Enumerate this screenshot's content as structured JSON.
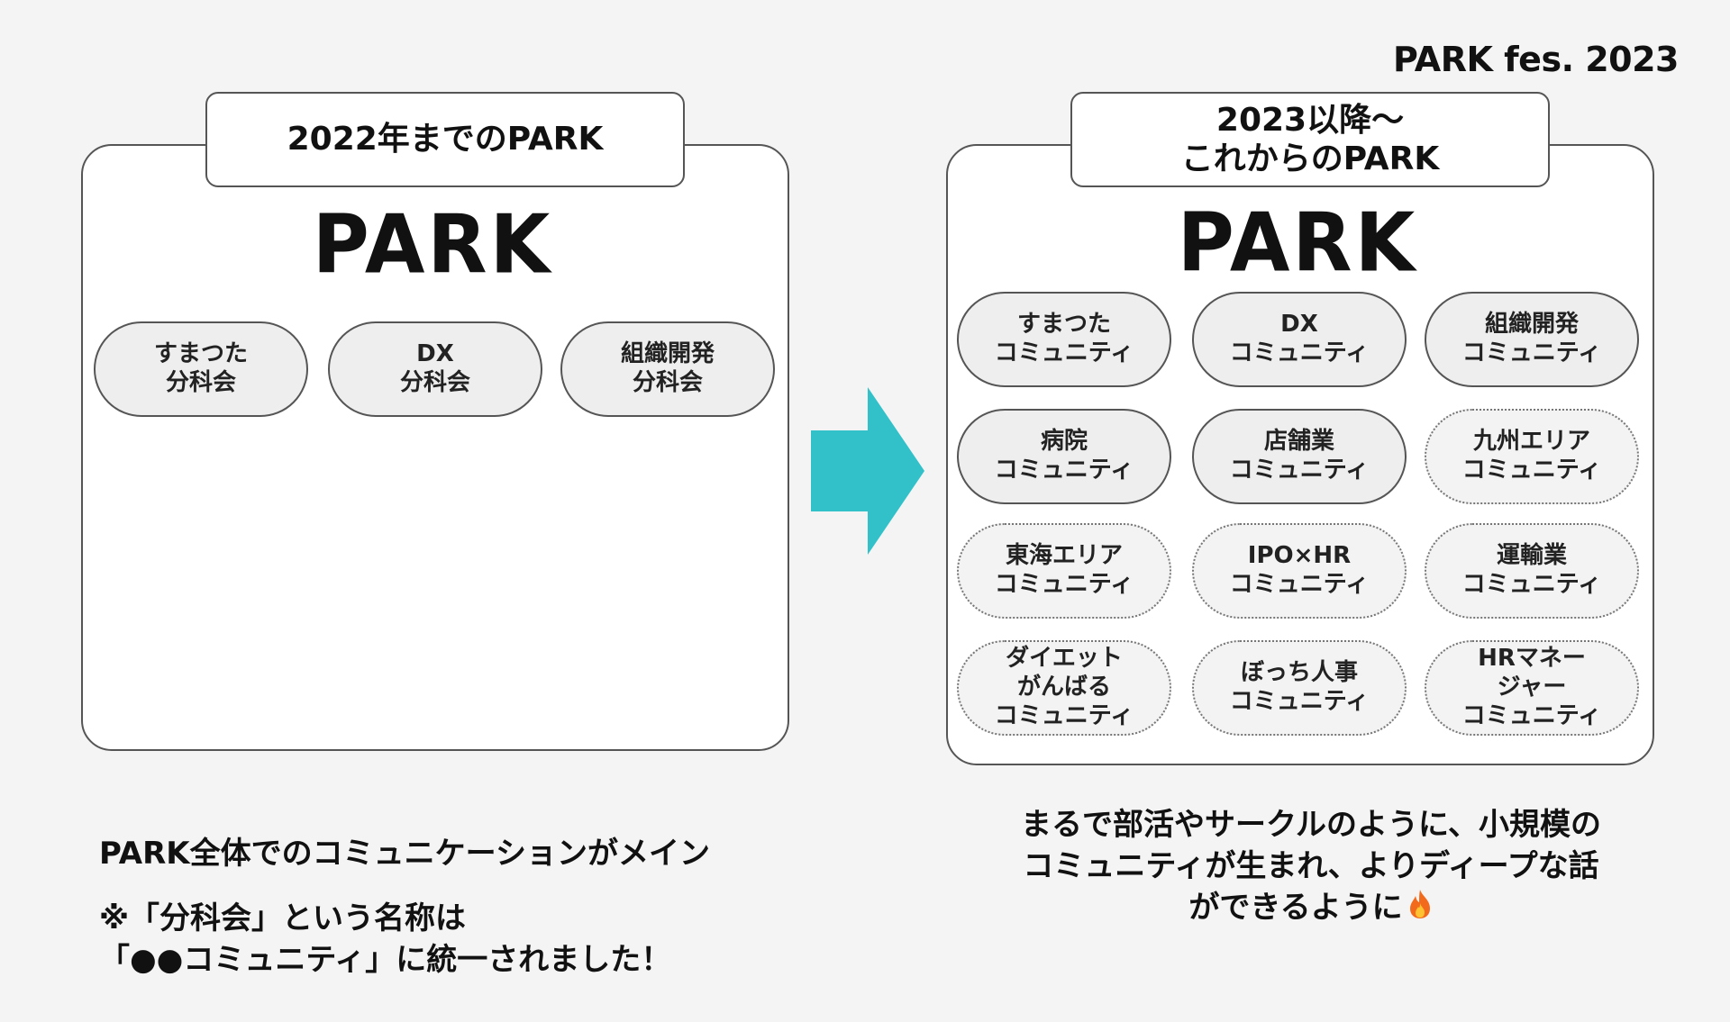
{
  "brand": "PARK fes. 2023",
  "left_panel": {
    "tab_title": "2022年までのPARK",
    "logo": "PARK",
    "groups": [
      "すまつた\n分科会",
      "DX\n分科会",
      "組織開発\n分科会"
    ]
  },
  "right_panel": {
    "tab_title": "2023以降〜\nこれからのPARK",
    "logo": "PARK",
    "groups": [
      {
        "label": "すまつた\nコミュニティ",
        "style": "solid"
      },
      {
        "label": "DX\nコミュニティ",
        "style": "solid"
      },
      {
        "label": "組織開発\nコミュニティ",
        "style": "solid"
      },
      {
        "label": "病院\nコミュニティ",
        "style": "solid"
      },
      {
        "label": "店舗業\nコミュニティ",
        "style": "solid"
      },
      {
        "label": "九州エリア\nコミュニティ",
        "style": "dotted"
      },
      {
        "label": "東海エリア\nコミュニティ",
        "style": "dotted"
      },
      {
        "label": "IPO×HR\nコミュニティ",
        "style": "dotted"
      },
      {
        "label": "運輸業\nコミュニティ",
        "style": "dotted"
      },
      {
        "label": "ダイエット\nがんばる\nコミュニティ",
        "style": "dotted"
      },
      {
        "label": "ぼっち人事\nコミュニティ",
        "style": "dotted"
      },
      {
        "label": "HRマネー\nジャー\nコミュニティ",
        "style": "dotted"
      }
    ]
  },
  "captions": {
    "left_main": "PARK全体でのコミュニケーションがメイン",
    "left_sub": "※「分科会」という名称は\n「●●コミュニティ」に統一されました！",
    "right": "まるで部活やサークルのように、小規模の\nコミュニティが生まれ、よりディープな話\nができるように"
  },
  "colors": {
    "arrow": "#33c1c9",
    "panel_border": "#555555",
    "pill_fill": "#eeeeee",
    "fire": "#f26b1d"
  }
}
